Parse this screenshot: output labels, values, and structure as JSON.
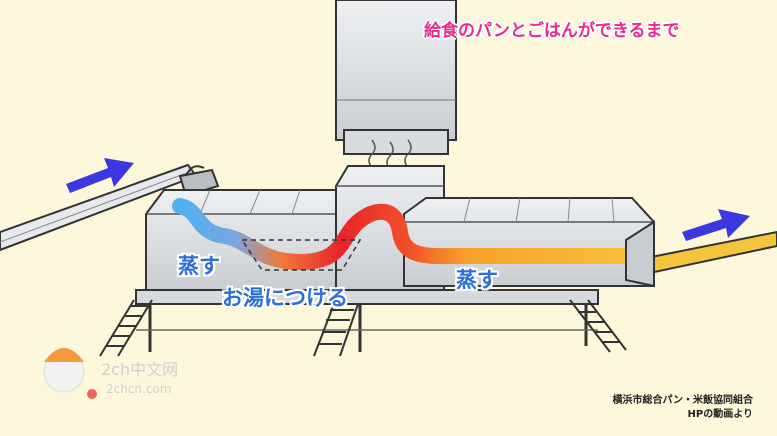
{
  "title": "給食のパンとごはんができるまで",
  "labels": {
    "steam_left": "蒸す",
    "boil": "お湯につける",
    "steam_right": "蒸す"
  },
  "credit": {
    "line1": "横浜市総合パン・米飯協同組合",
    "line2": "HPの動画より"
  },
  "watermark": {
    "line1": "2ch中文网",
    "line2": "2chcn.com"
  },
  "colors": {
    "background": "#fdf7dc",
    "title": "#ea2a8c",
    "label": "#2c6fd6",
    "arrow": "#3b38e0",
    "conveyor": "#f4c43c"
  }
}
